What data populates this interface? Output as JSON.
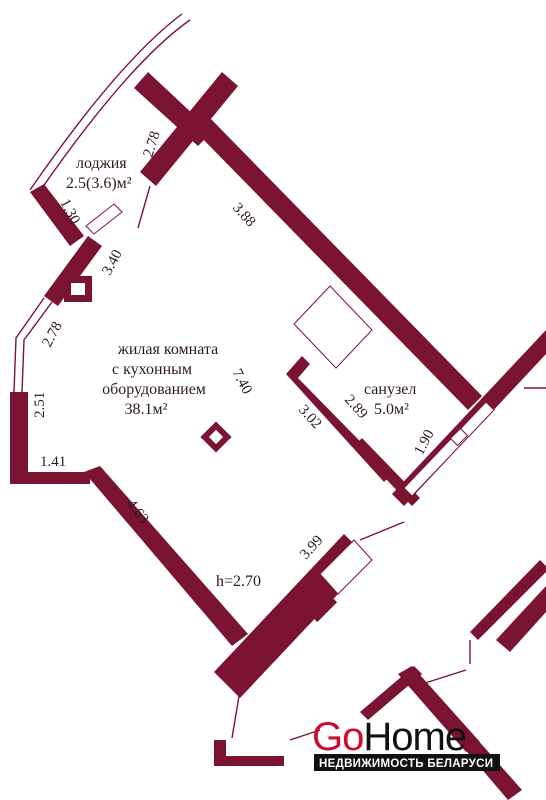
{
  "rooms": {
    "loggia": {
      "name": "лоджия",
      "area": "2.5(3.6)м²"
    },
    "living": {
      "name_line1": "жилая комната",
      "name_line2": "с кухонным",
      "name_line3": "оборудованием",
      "area": "38.1м²"
    },
    "bathroom": {
      "name": "санузел",
      "area": "5.0м²"
    }
  },
  "dimensions": {
    "d_278_top": "2.78",
    "d_130": "1.30",
    "d_340": "3.40",
    "d_278_left": "2.78",
    "d_251": "2.51",
    "d_141": "1.41",
    "d_463": "4.63",
    "d_388": "3.88",
    "d_740": "7.40",
    "d_302": "3.02",
    "d_289": "2.89",
    "d_190": "1.90",
    "d_399": "3.99"
  },
  "ceiling_height": "h=2.70",
  "watermark": {
    "go": "Go",
    "home": "Home",
    "tagline": "НЕДВИЖИМОСТЬ БЕЛАРУСИ",
    "go_color": "#c8102e",
    "home_color": "#111111"
  },
  "colors": {
    "wall": "#7a1431"
  }
}
